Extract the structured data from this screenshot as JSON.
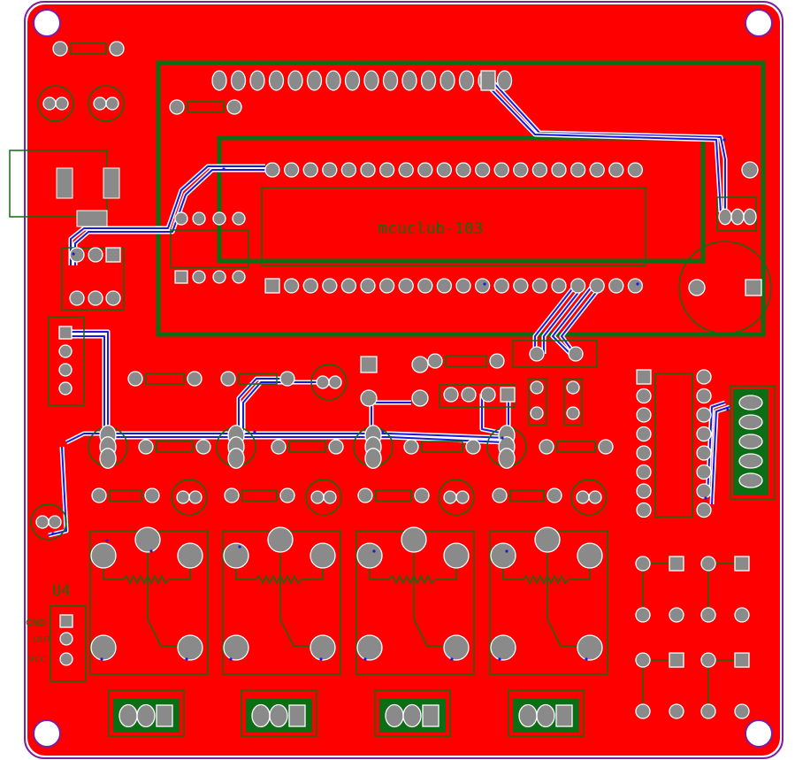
{
  "board": {
    "colors": {
      "background": "#ffffff",
      "copper": "#ff0000",
      "outline": "#7a1fa2",
      "silkscreen": "#0b6e14",
      "pad": "#8a8a8a",
      "trace": "#1a1ad8",
      "hole": "#ffffff"
    },
    "lcd_text": "mcuclub-103",
    "u4_label": "U4",
    "u4_pin_labels": [
      "GND",
      "OUT",
      "VCC"
    ]
  }
}
